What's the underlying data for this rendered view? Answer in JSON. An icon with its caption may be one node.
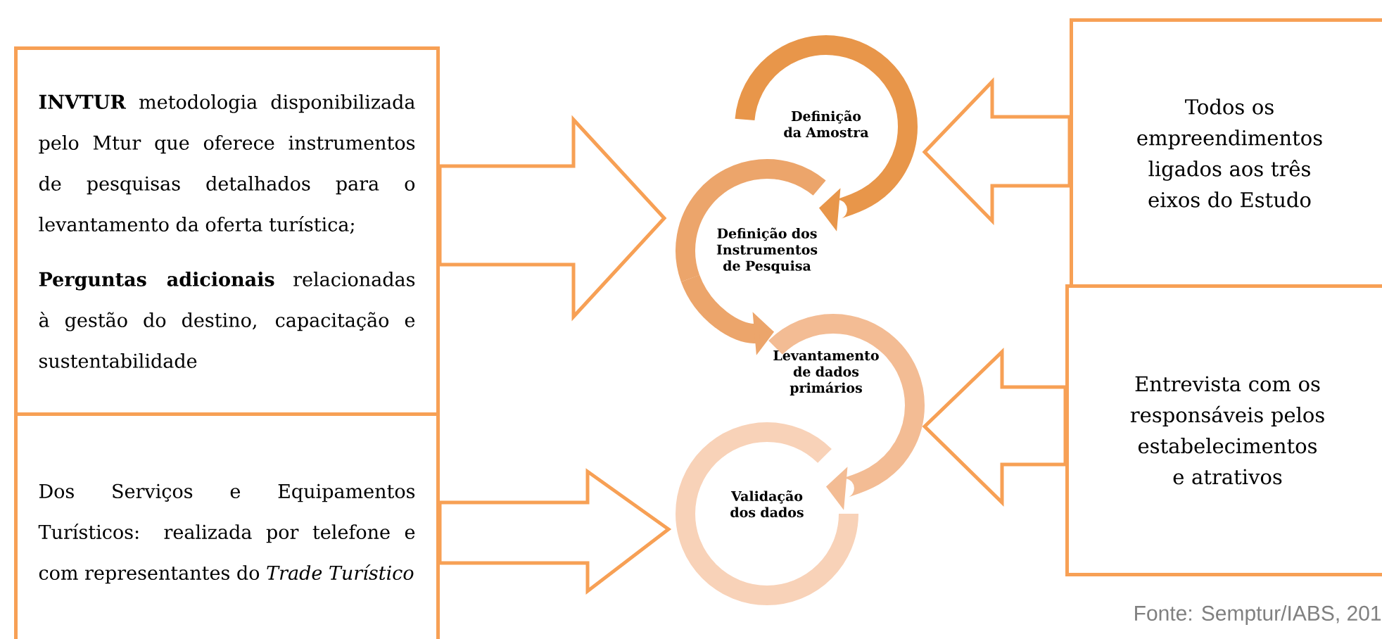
{
  "diagram": {
    "nodes": [
      {
        "text": [
          "**INVTUR** metodologia disponibilizada pelo Mtur que oferece instrumentos de pesquisas detalhados para o levantamento da oferta turística;",
          "**Perguntas adicionais** relacionadas à gestão do destino, capacitação e sustentabilidade"
        ]
      },
      {
        "text": [
          "Dos Serviços e Equipamentos Turísticos: realizada por telefone e com representantes do *Trade Turístico*"
        ]
      },
      {
        "text": [
          "Definição da Amostra"
        ]
      },
      {
        "text": [
          "Definição dos Instrumentos de Pesquisa"
        ]
      },
      {
        "text": [
          "Levantamento de dados primários"
        ]
      },
      {
        "text": [
          "Validação dos dados"
        ]
      },
      {
        "text": [
          "Todos os empreendimentos ligados aos três eixos do Estudo"
        ]
      },
      {
        "text": [
          "Entrevista com os responsáveis pelos estabelecimentos e atrativos"
        ]
      }
    ],
    "edges": [
      {
        "from": 0,
        "to": 3,
        "arrow": "to"
      },
      {
        "from": 1,
        "to": 5,
        "arrow": "to"
      },
      {
        "from": 2,
        "to": 3,
        "arrow": "to",
        "color": "#e8964a"
      },
      {
        "from": 3,
        "to": 4,
        "arrow": "to",
        "color": "#eca56b"
      },
      {
        "from": 4,
        "to": 5,
        "arrow": "to",
        "color": "#f3bc94"
      },
      {
        "from": 6,
        "to": 2,
        "arrow": "to"
      },
      {
        "from": 7,
        "to": 4,
        "arrow": "to"
      }
    ],
    "labels": [
      "Fonte: Semptur/IABS, 201"
    ]
  }
}
